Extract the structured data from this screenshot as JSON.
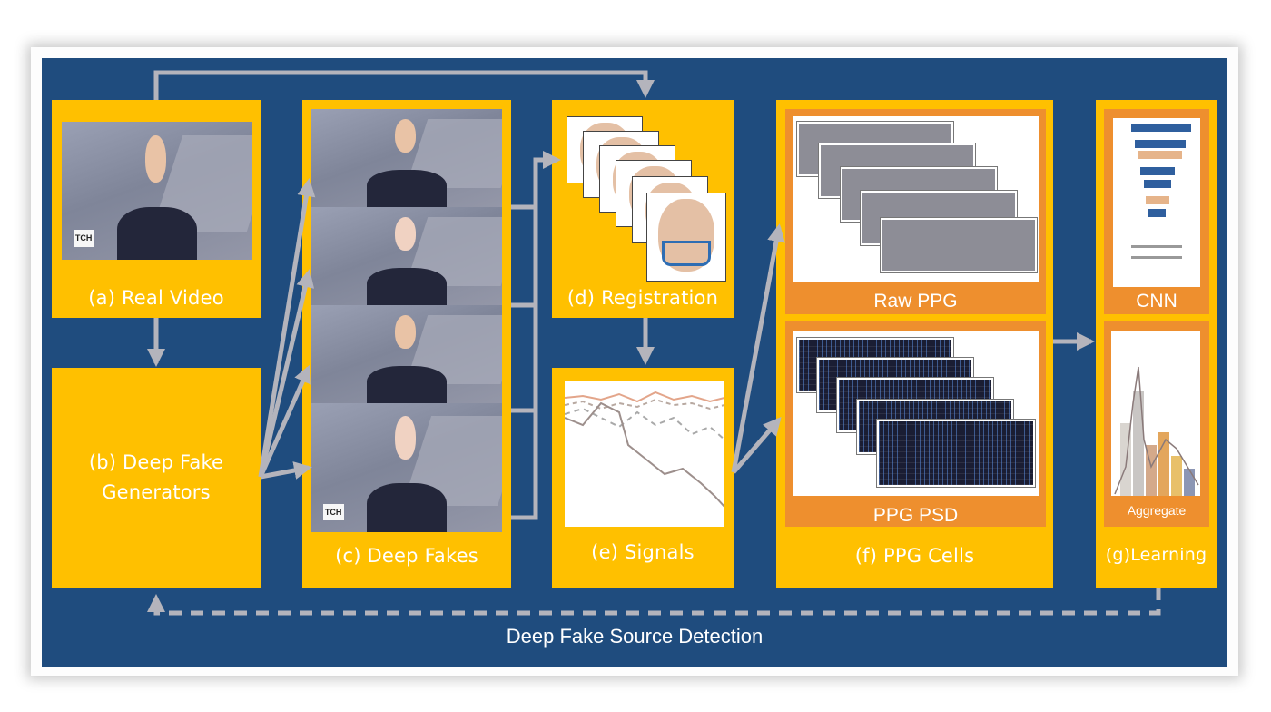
{
  "colors": {
    "background": "#1f4c7e",
    "box": "#ffc000",
    "inner_box": "#ee8f2e",
    "arrow": "#b4b4bc",
    "text": "#ffffff"
  },
  "labels": {
    "real_video": "(a) Real Video",
    "generators_line1": "(b) Deep Fake",
    "generators_line2": "Generators",
    "deep_fakes": "(c) Deep Fakes",
    "registration": "(d) Registration",
    "signals": "(e) Signals",
    "ppg_cells": "(f) PPG Cells",
    "raw_ppg": "Raw PPG",
    "ppg_psd": "PPG PSD",
    "cnn": "CNN",
    "aggregate": "Aggregate",
    "learning": "(g)Learning",
    "footer": "Deep Fake Source Detection"
  },
  "video_logo": "TCH"
}
